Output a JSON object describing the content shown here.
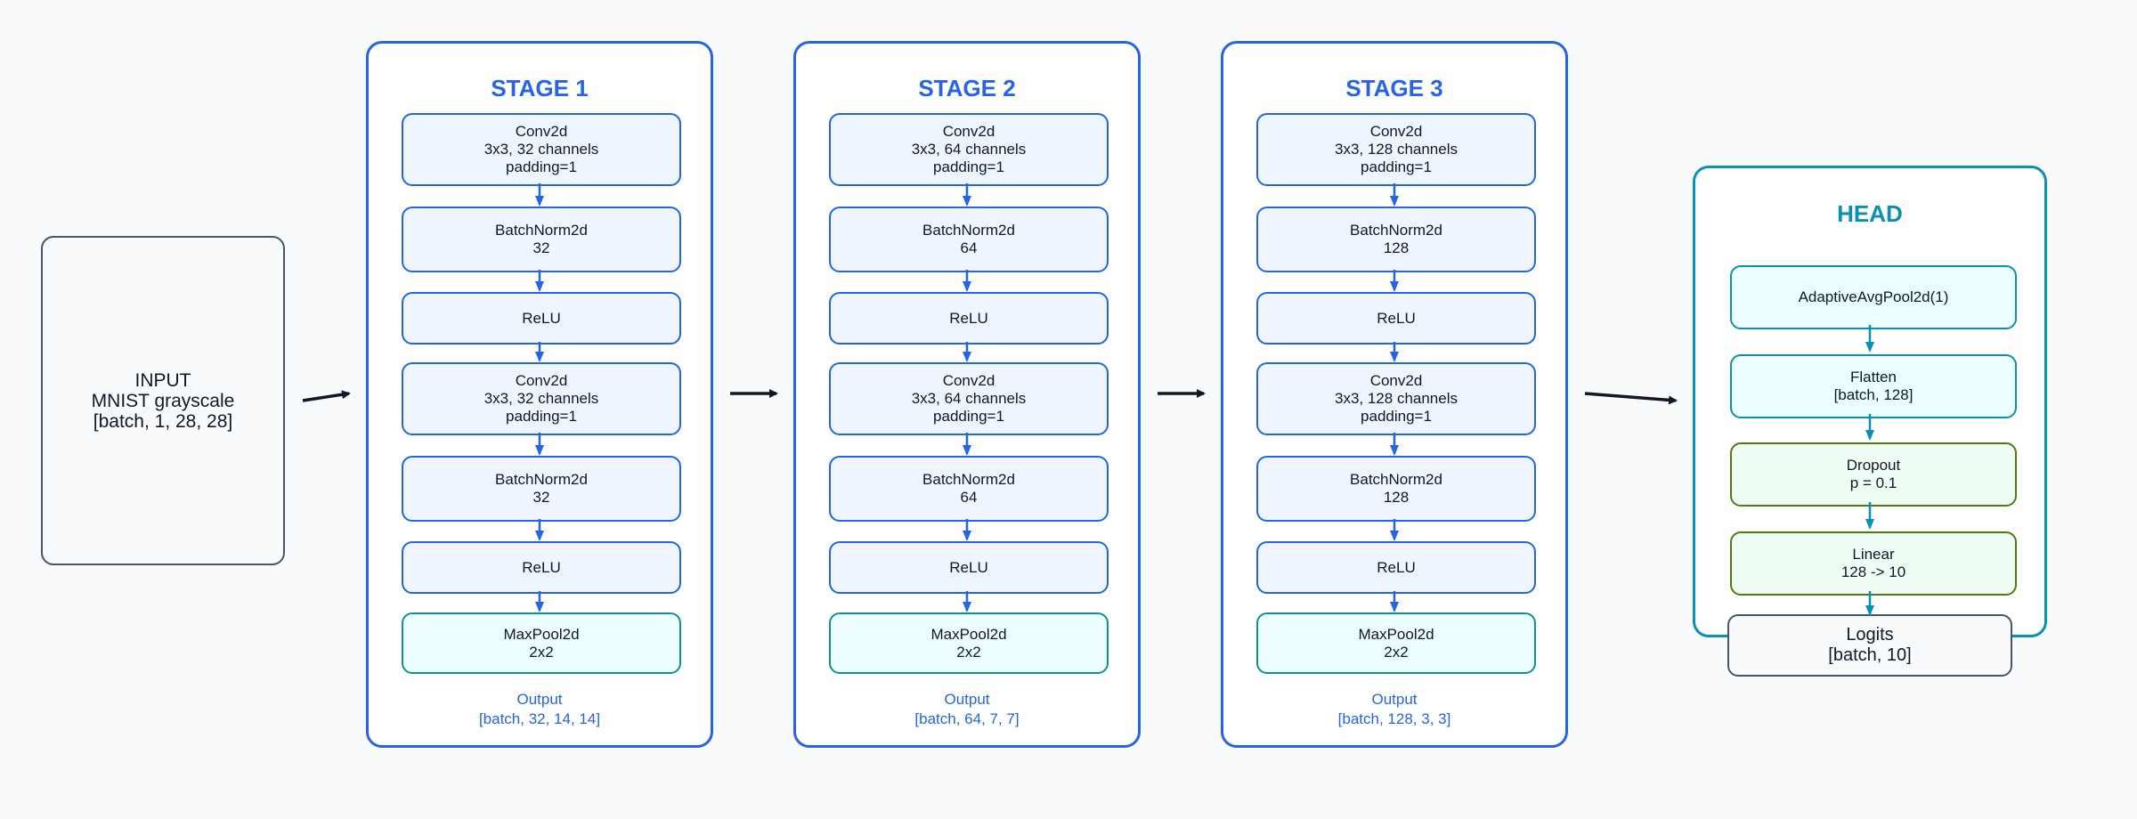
{
  "input": {
    "lines": [
      "INPUT",
      "MNIST grayscale",
      "[batch, 1, 28, 28]"
    ]
  },
  "stages": [
    {
      "title": "STAGE 1",
      "blocks": [
        {
          "lines": [
            "Conv2d",
            "3x3, 32 channels",
            "padding=1"
          ]
        },
        {
          "lines": [
            "BatchNorm2d",
            "32"
          ]
        },
        {
          "lines": [
            "ReLU"
          ]
        },
        {
          "lines": [
            "Conv2d",
            "3x3, 32 channels",
            "padding=1"
          ]
        },
        {
          "lines": [
            "BatchNorm2d",
            "32"
          ]
        },
        {
          "lines": [
            "ReLU"
          ]
        },
        {
          "lines": [
            "MaxPool2d",
            "2x2"
          ]
        }
      ],
      "output": [
        "Output",
        "[batch, 32, 14, 14]"
      ]
    },
    {
      "title": "STAGE 2",
      "blocks": [
        {
          "lines": [
            "Conv2d",
            "3x3, 64 channels",
            "padding=1"
          ]
        },
        {
          "lines": [
            "BatchNorm2d",
            "64"
          ]
        },
        {
          "lines": [
            "ReLU"
          ]
        },
        {
          "lines": [
            "Conv2d",
            "3x3, 64 channels",
            "padding=1"
          ]
        },
        {
          "lines": [
            "BatchNorm2d",
            "64"
          ]
        },
        {
          "lines": [
            "ReLU"
          ]
        },
        {
          "lines": [
            "MaxPool2d",
            "2x2"
          ]
        }
      ],
      "output": [
        "Output",
        "[batch, 64, 7, 7]"
      ]
    },
    {
      "title": "STAGE 3",
      "blocks": [
        {
          "lines": [
            "Conv2d",
            "3x3, 128 channels",
            "padding=1"
          ]
        },
        {
          "lines": [
            "BatchNorm2d",
            "128"
          ]
        },
        {
          "lines": [
            "ReLU"
          ]
        },
        {
          "lines": [
            "Conv2d",
            "3x3, 128 channels",
            "padding=1"
          ]
        },
        {
          "lines": [
            "BatchNorm2d",
            "128"
          ]
        },
        {
          "lines": [
            "ReLU"
          ]
        },
        {
          "lines": [
            "MaxPool2d",
            "2x2"
          ]
        }
      ],
      "output": [
        "Output",
        "[batch, 128, 3, 3]"
      ]
    }
  ],
  "head": {
    "title": "HEAD",
    "blocks": [
      {
        "lines": [
          "AdaptiveAvgPool2d(1)"
        ]
      },
      {
        "lines": [
          "Flatten",
          "[batch, 128]"
        ]
      },
      {
        "lines": [
          "Dropout",
          "p = 0.1"
        ]
      },
      {
        "lines": [
          "Linear",
          "128 -> 10"
        ]
      }
    ]
  },
  "logits": {
    "lines": [
      "Logits",
      "[batch, 10]"
    ]
  },
  "colors": {
    "stage_accent": "#2563eb",
    "head_accent": "#0891b2",
    "dropout_linear": "#4d7c0f",
    "arrow": "#111827"
  }
}
